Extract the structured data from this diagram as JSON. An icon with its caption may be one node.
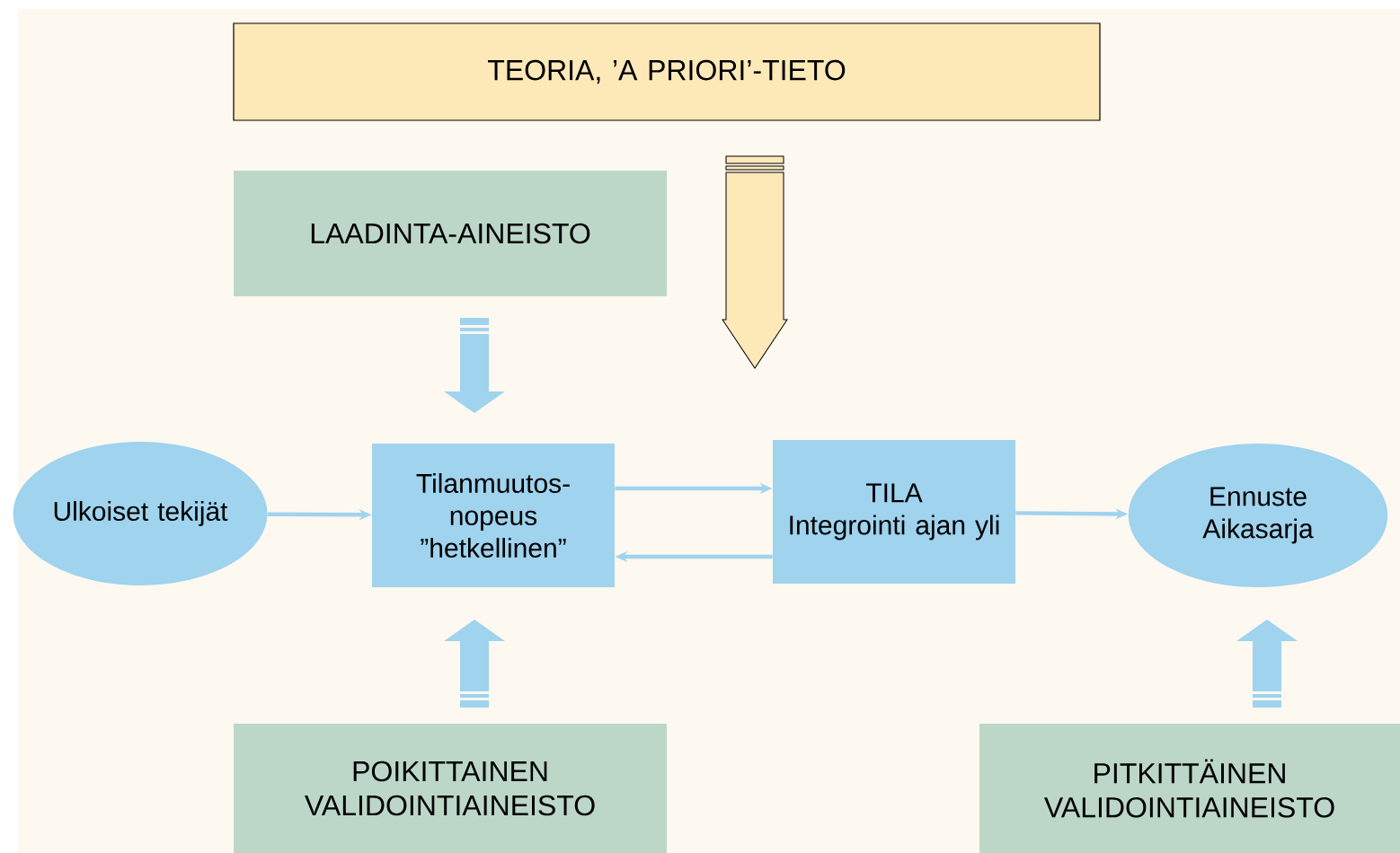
{
  "diagram": {
    "nodes": [
      {
        "text": [
          "TEORIA,  ’A PRIORI’-TIETO"
        ]
      },
      {
        "text": [
          "LAADINTA-AINEISTO"
        ]
      },
      {
        "text": [
          "Ulkoiset tekijät"
        ]
      },
      {
        "text": [
          "Tilanmuutos- nopeus ”hetkellinen”"
        ]
      },
      {
        "text": [
          "TILA",
          "Integrointi ajan yli"
        ]
      },
      {
        "text": [
          "Ennuste Aikasarja"
        ]
      },
      {
        "text": [
          "POIKITTAINEN VALIDOINTIAINEISTO"
        ]
      },
      {
        "text": [
          "PITKITTÄINEN VALIDOINTIAINEISTO"
        ]
      }
    ],
    "edges": [
      {
        "from": 0,
        "to": null,
        "arrow": "to",
        "style": "thick",
        "color": "#fde8b8"
      },
      {
        "from": 1,
        "to": 3,
        "arrow": "to",
        "style": "thick"
      },
      {
        "from": 2,
        "to": 3,
        "arrow": "to"
      },
      {
        "from": 3,
        "to": 4,
        "arrow": "to"
      },
      {
        "from": 4,
        "to": 3,
        "arrow": "to"
      },
      {
        "from": 4,
        "to": 5,
        "arrow": "to"
      },
      {
        "from": 6,
        "to": 3,
        "arrow": "to",
        "style": "thick"
      },
      {
        "from": 7,
        "to": 5,
        "arrow": "to",
        "style": "thick"
      }
    ]
  }
}
